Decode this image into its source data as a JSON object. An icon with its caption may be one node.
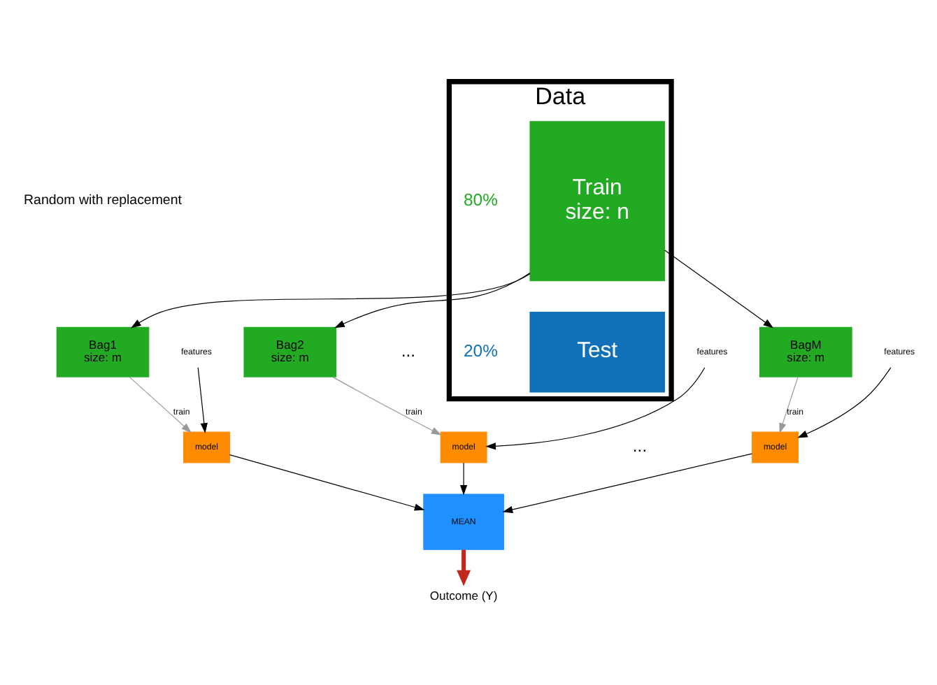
{
  "diagram": {
    "nodes": [
      {
        "text": [
          "Data"
        ]
      },
      {
        "text": [
          "Train",
          "size: n"
        ],
        "in": 0,
        "beside": [
          "80%"
        ]
      },
      {
        "text": [
          "Test"
        ],
        "in": 0,
        "beside": [
          "20%"
        ]
      },
      {
        "text": [
          "Bag1",
          "size: m"
        ]
      },
      {
        "text": [
          "Bag2",
          "size: m"
        ]
      },
      {
        "text": [
          "BagM",
          "size: m"
        ]
      },
      {
        "text": [
          "model"
        ]
      },
      {
        "text": [
          "model"
        ]
      },
      {
        "text": [
          "model"
        ]
      },
      {
        "text": [
          "MEAN"
        ]
      },
      {
        "text": [
          "Outcome (Y)"
        ]
      },
      {
        "text": [
          "features"
        ]
      },
      {
        "text": [
          "features"
        ]
      },
      {
        "text": [
          "features"
        ]
      }
    ],
    "edges": [
      {
        "from": 1,
        "to": 3,
        "arrow": "to"
      },
      {
        "from": 1,
        "to": 4,
        "arrow": "to"
      },
      {
        "from": 1,
        "to": 5,
        "arrow": "to"
      },
      {
        "from": 3,
        "to": 6,
        "arrow": "to",
        "label": "train",
        "color": "#999999"
      },
      {
        "from": 4,
        "to": 7,
        "arrow": "to",
        "label": "train",
        "color": "#999999"
      },
      {
        "from": 5,
        "to": 8,
        "arrow": "to",
        "label": "train",
        "color": "#999999"
      },
      {
        "from": 11,
        "to": 6,
        "arrow": "to"
      },
      {
        "from": 12,
        "to": 7,
        "arrow": "to"
      },
      {
        "from": 13,
        "to": 8,
        "arrow": "to"
      },
      {
        "from": 6,
        "to": 9,
        "arrow": "to"
      },
      {
        "from": 7,
        "to": 9,
        "arrow": "to"
      },
      {
        "from": 8,
        "to": 9,
        "arrow": "to"
      },
      {
        "from": 9,
        "to": 10,
        "arrow": "to",
        "style": "thick",
        "color": "#c0281c"
      }
    ],
    "labels": [
      "Random with replacement",
      "...",
      "..."
    ]
  }
}
